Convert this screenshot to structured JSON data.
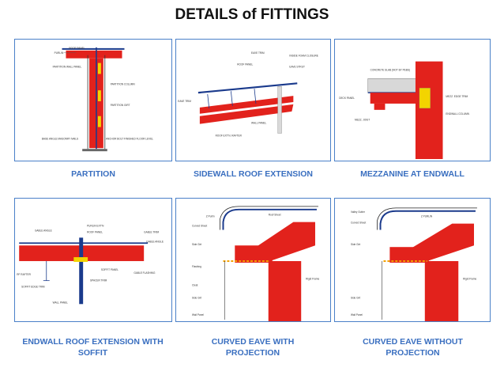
{
  "title": "DETAILS of FITTINGS",
  "colors": {
    "panel_border": "#4a80c8",
    "caption": "#3a6fc0",
    "member_red": "#e2221c",
    "roof_blue": "#1a3a8c"
  },
  "panels": [
    {
      "caption": "PARTITION",
      "labels": [
        "ROOF PANEL",
        "PURLIN",
        "PARTITION WALL PANEL",
        "PARTITION COLUMN",
        "PARTITION GIRT",
        "BASE ANGLE MASONRY NAILS",
        "ANCHOR BOLT FINISHED FLOOR LEVEL"
      ]
    },
    {
      "caption": "SIDEWALL ROOF EXTENSION",
      "labels": [
        "EAVE TRIM",
        "INSIDE FOAM CLOSURE",
        "ROOF PANEL",
        "EAVE STRUT",
        "EAVE TRIM",
        "WALL PANEL",
        "ROOF EXT'N. RAFTER"
      ]
    },
    {
      "caption": "MEZZANINE AT ENDWALL",
      "labels": [
        "CONCRETE SLAB (NOT BY PEBS)",
        "DECK PANEL",
        "MEZZ. EDGE TRIM",
        "MEZZ. JOIST",
        "ENDWALL COLUMN"
      ]
    },
    {
      "caption": "ENDWALL ROOF EXTENSION WITH SOFFIT",
      "labels": [
        "PURLIN EXT'N",
        "GABLE ANGLE",
        "ROOF PANEL",
        "GABLE TRIM",
        "GABLE ANGLE",
        "SOFFIT PANEL",
        "RF RAFTER",
        "SPACER TRIM",
        "GABLE FLASHING",
        "SOFFIT EDGE TRIM",
        "WALL PANEL"
      ]
    },
    {
      "caption": "CURVED EAVE WITH PROJECTION",
      "labels": [
        "Z Purlin",
        "Roof Sheet",
        "Curved Sheet",
        "Side Girt",
        "Flashing",
        "Rigid Frame",
        "Cleat",
        "Side Girt",
        "Wall Panel"
      ]
    },
    {
      "caption": "CURVED EAVE WITHOUT PROJECTION",
      "labels": [
        "Valley Gutter",
        "Z PURLIN",
        "Curved Sheet",
        "Side Girt",
        "Rigid Frame",
        "Side Girt",
        "Wall Panel"
      ]
    }
  ]
}
